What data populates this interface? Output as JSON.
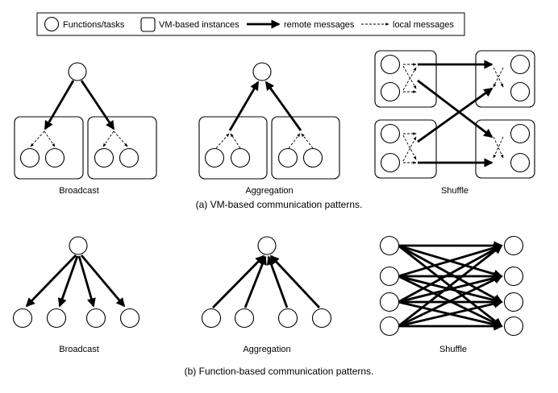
{
  "legend": {
    "functions": "Functions/tasks",
    "instances": "VM-based instances",
    "remote": "remote messages",
    "local": "local messages"
  },
  "vm": {
    "broadcast": "Broadcast",
    "aggregation": "Aggregation",
    "shuffle": "Shuffle",
    "caption": "(a) VM-based communication patterns."
  },
  "fn": {
    "broadcast": "Broadcast",
    "aggregation": "Aggregation",
    "shuffle": "Shuffle",
    "caption": "(b) Function-based communication patterns."
  }
}
